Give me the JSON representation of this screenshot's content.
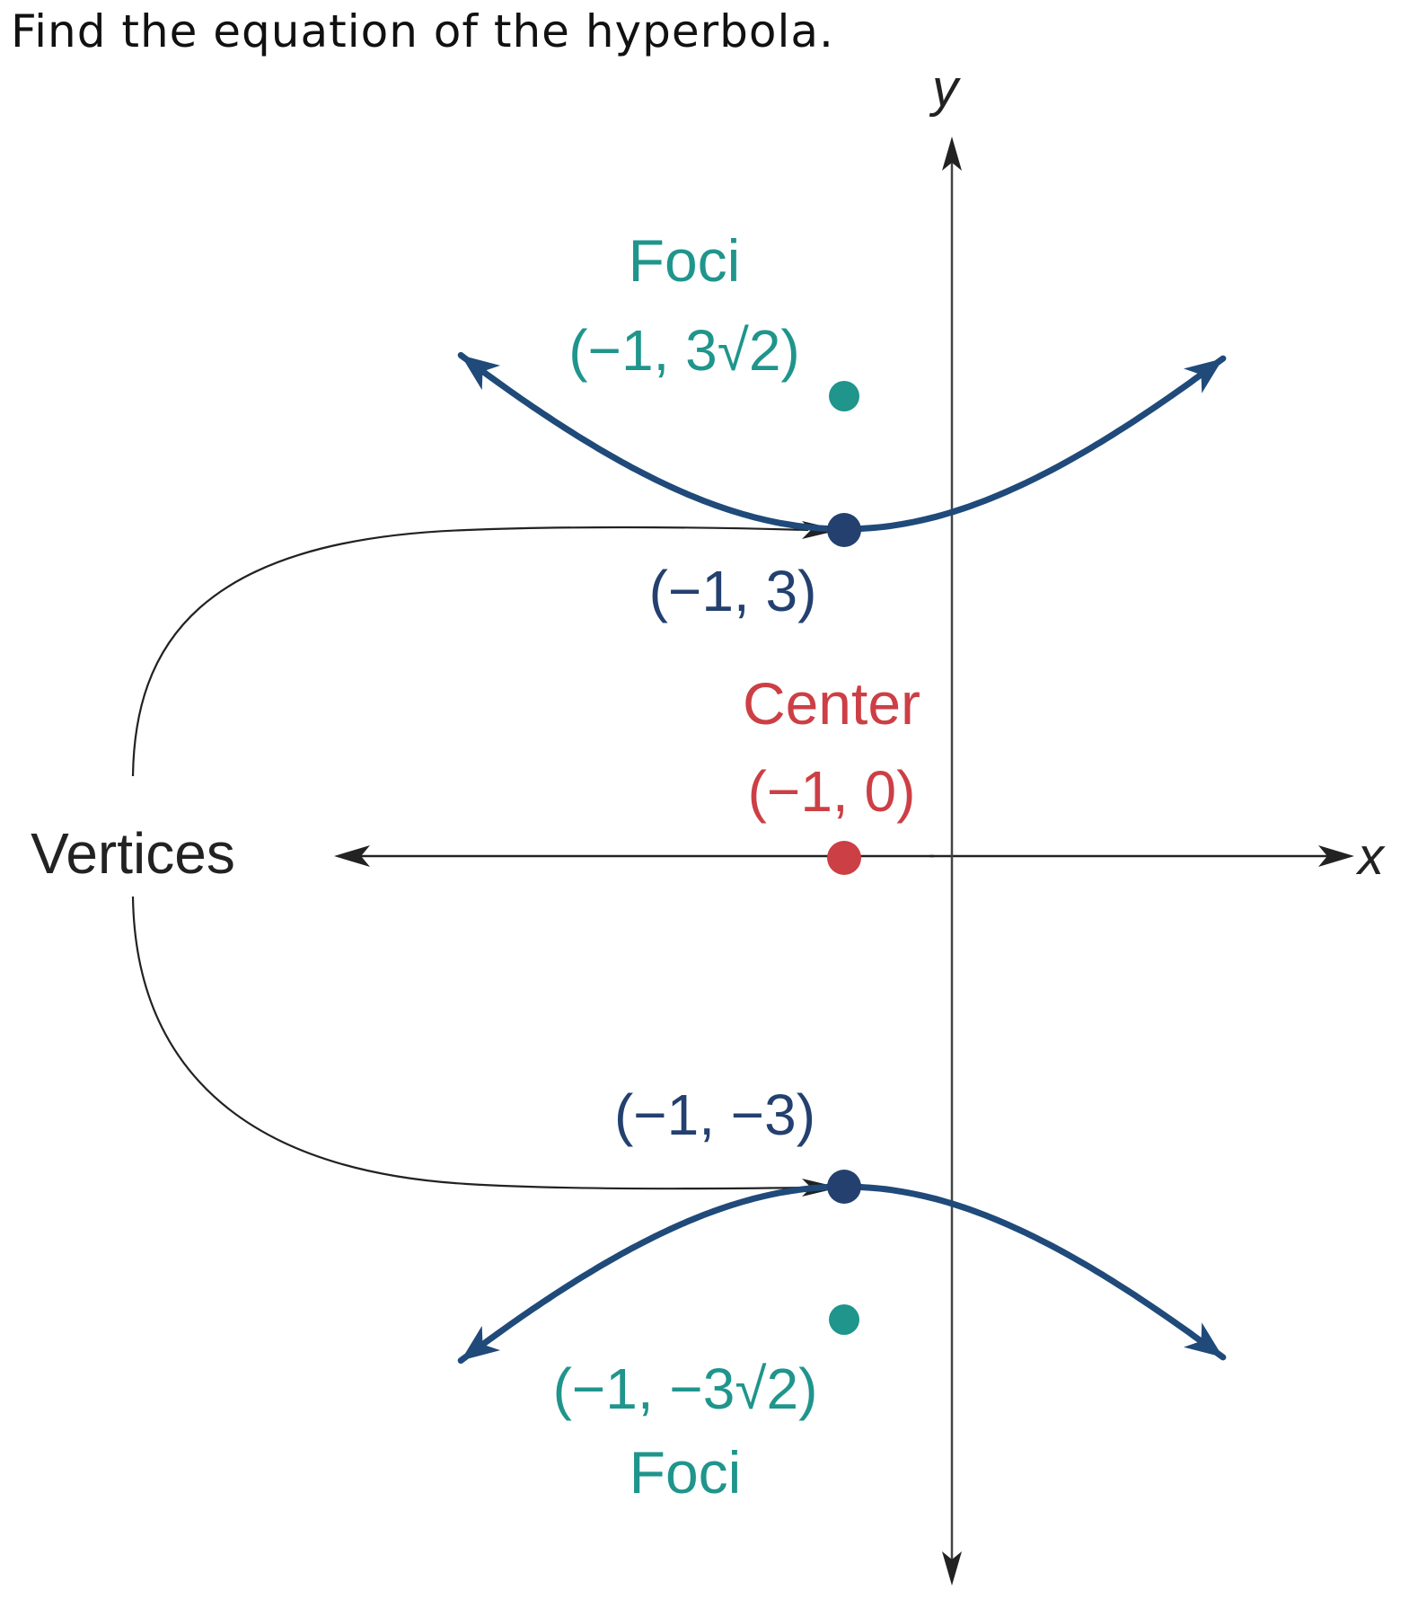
{
  "question": "Find the equation of the hyperbola.",
  "colors": {
    "curve": "#1f4a7a",
    "vertex": "#23406f",
    "focus": "#1f958c",
    "center": "#cc3f45",
    "axis": "#222222",
    "bracket": "#222222"
  },
  "axes": {
    "x_label": "x",
    "y_label": "y"
  },
  "labels": {
    "foci_top_title": "Foci",
    "foci_top_coord": "(−1, 3√2)",
    "vertex_top": "(−1, 3)",
    "center_title": "Center",
    "center_coord": "(−1, 0)",
    "vertex_bottom": "(−1, −3)",
    "foci_bottom_coord": "(−1, −3√2)",
    "foci_bottom_title": "Foci",
    "vertices_label": "Vertices"
  },
  "points": {
    "center": [
      -1,
      0
    ],
    "vertices": [
      [
        -1,
        3
      ],
      [
        -1,
        -3
      ]
    ],
    "foci": [
      [
        -1,
        4.2426
      ],
      [
        -1,
        -4.2426
      ]
    ]
  }
}
